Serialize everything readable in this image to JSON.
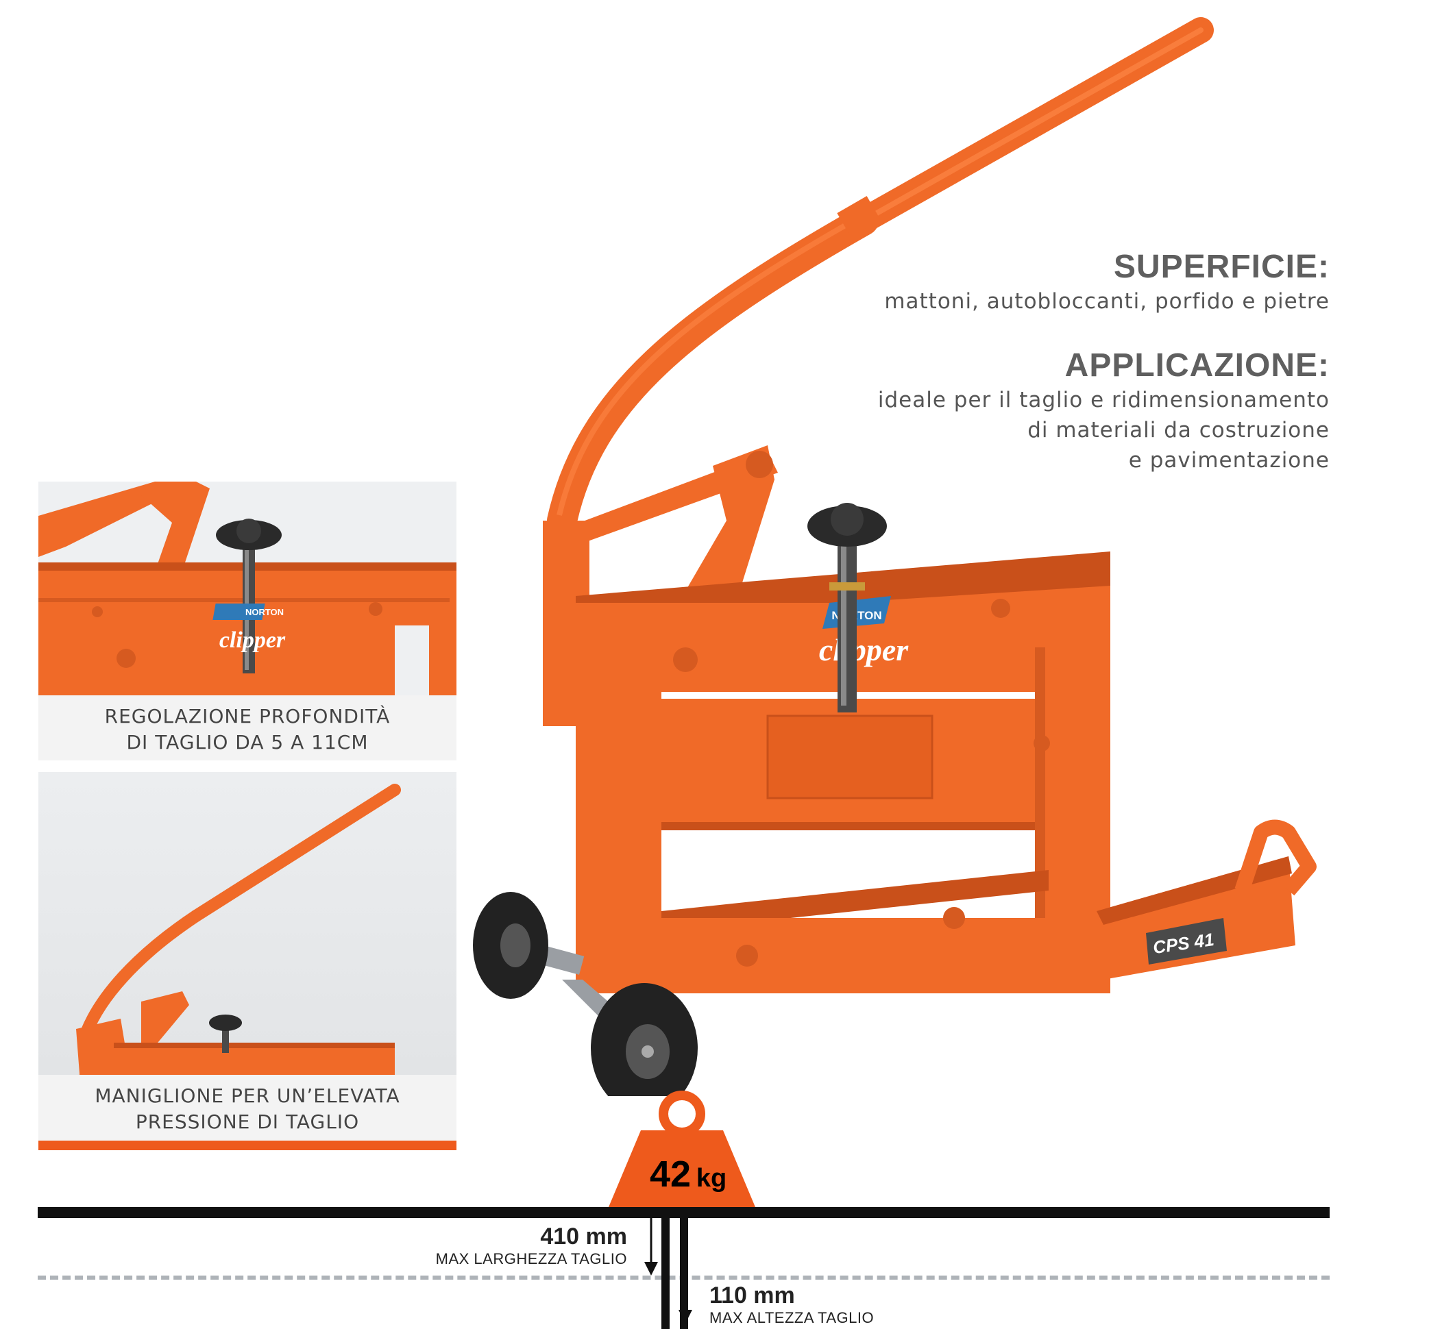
{
  "specs": {
    "superficie_title": "SUPERFICIE:",
    "superficie_text": "mattoni, autobloccanti, porfido e pietre",
    "applicazione_title": "APPLICAZIONE:",
    "applicazione_lines": [
      "ideale per il taglio e ridimensionamento",
      "di materiali da costruzione",
      "e pavimentazione"
    ]
  },
  "features": [
    {
      "caption_lines": [
        "REGOLAZIONE PROFONDITÀ",
        "DI TAGLIO DA 5 A 11CM"
      ]
    },
    {
      "caption_lines": [
        "MANIGLIONE PER UN’ELEVATA",
        "PRESSIONE DI TAGLIO"
      ]
    }
  ],
  "product": {
    "brand_badge": "NORTON",
    "brand_name": "clipper",
    "model_plate": "CPS 41"
  },
  "weight": {
    "value": "42",
    "unit": "kg"
  },
  "measures": {
    "width_value": "410 mm",
    "width_label": "MAX LARGHEZZA TAGLIO",
    "height_value": "110 mm",
    "height_label": "MAX ALTEZZA TAGLIO"
  },
  "colors": {
    "accent": "#ee5a1c",
    "machine": "#f06a28",
    "machine_dark": "#c9501a",
    "line": "#111111",
    "dashed": "#aeb3b8"
  }
}
